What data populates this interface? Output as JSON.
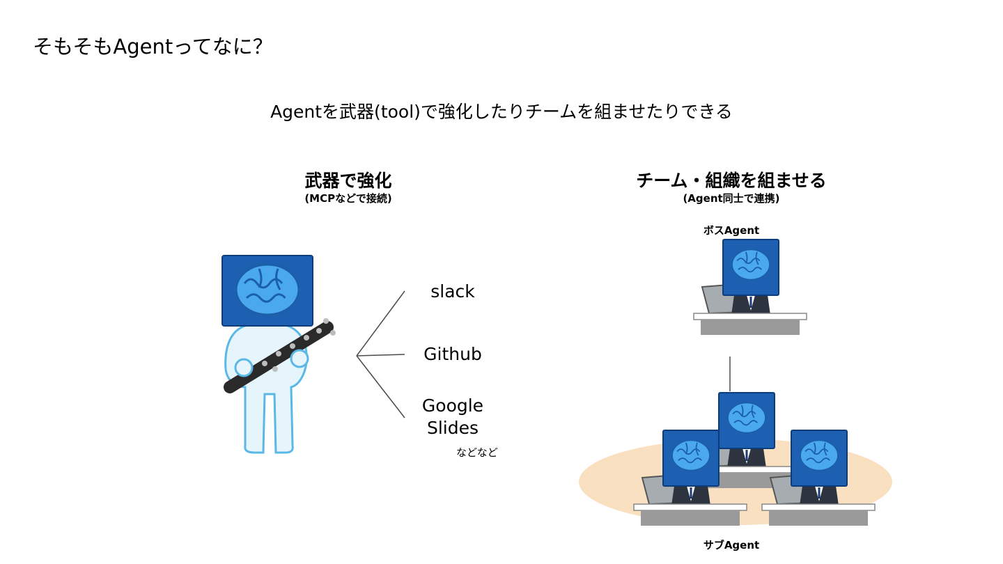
{
  "slide": {
    "title": "そもそもAgentってなに？",
    "subtitle": "Agentを武器(tool)で強化したりチームを組ませたりできる"
  },
  "left_section": {
    "title": "武器で強化",
    "subtitle": "(MCPなどで接続)",
    "tools": [
      "slack",
      "Github",
      "Google",
      "Slides"
    ],
    "more": "などなど"
  },
  "right_section": {
    "title": "チーム・組織を組ませる",
    "subtitle": "(Agent同士で連携)",
    "boss_label": "ボスAgent",
    "sub_label": "サブAgent"
  },
  "colors": {
    "screen_blue": "#1d5fb0",
    "brain_blue": "#4aa8ef",
    "body_outline": "#58b6e6",
    "floor": "#f8e0c0",
    "desk": "#e5e5e5",
    "laptop": "#9ea3a8",
    "line": "#4a4a4a"
  },
  "icons": [
    "robot-brain-icon",
    "spiked-club-icon",
    "laptop-icon",
    "desk-icon"
  ]
}
